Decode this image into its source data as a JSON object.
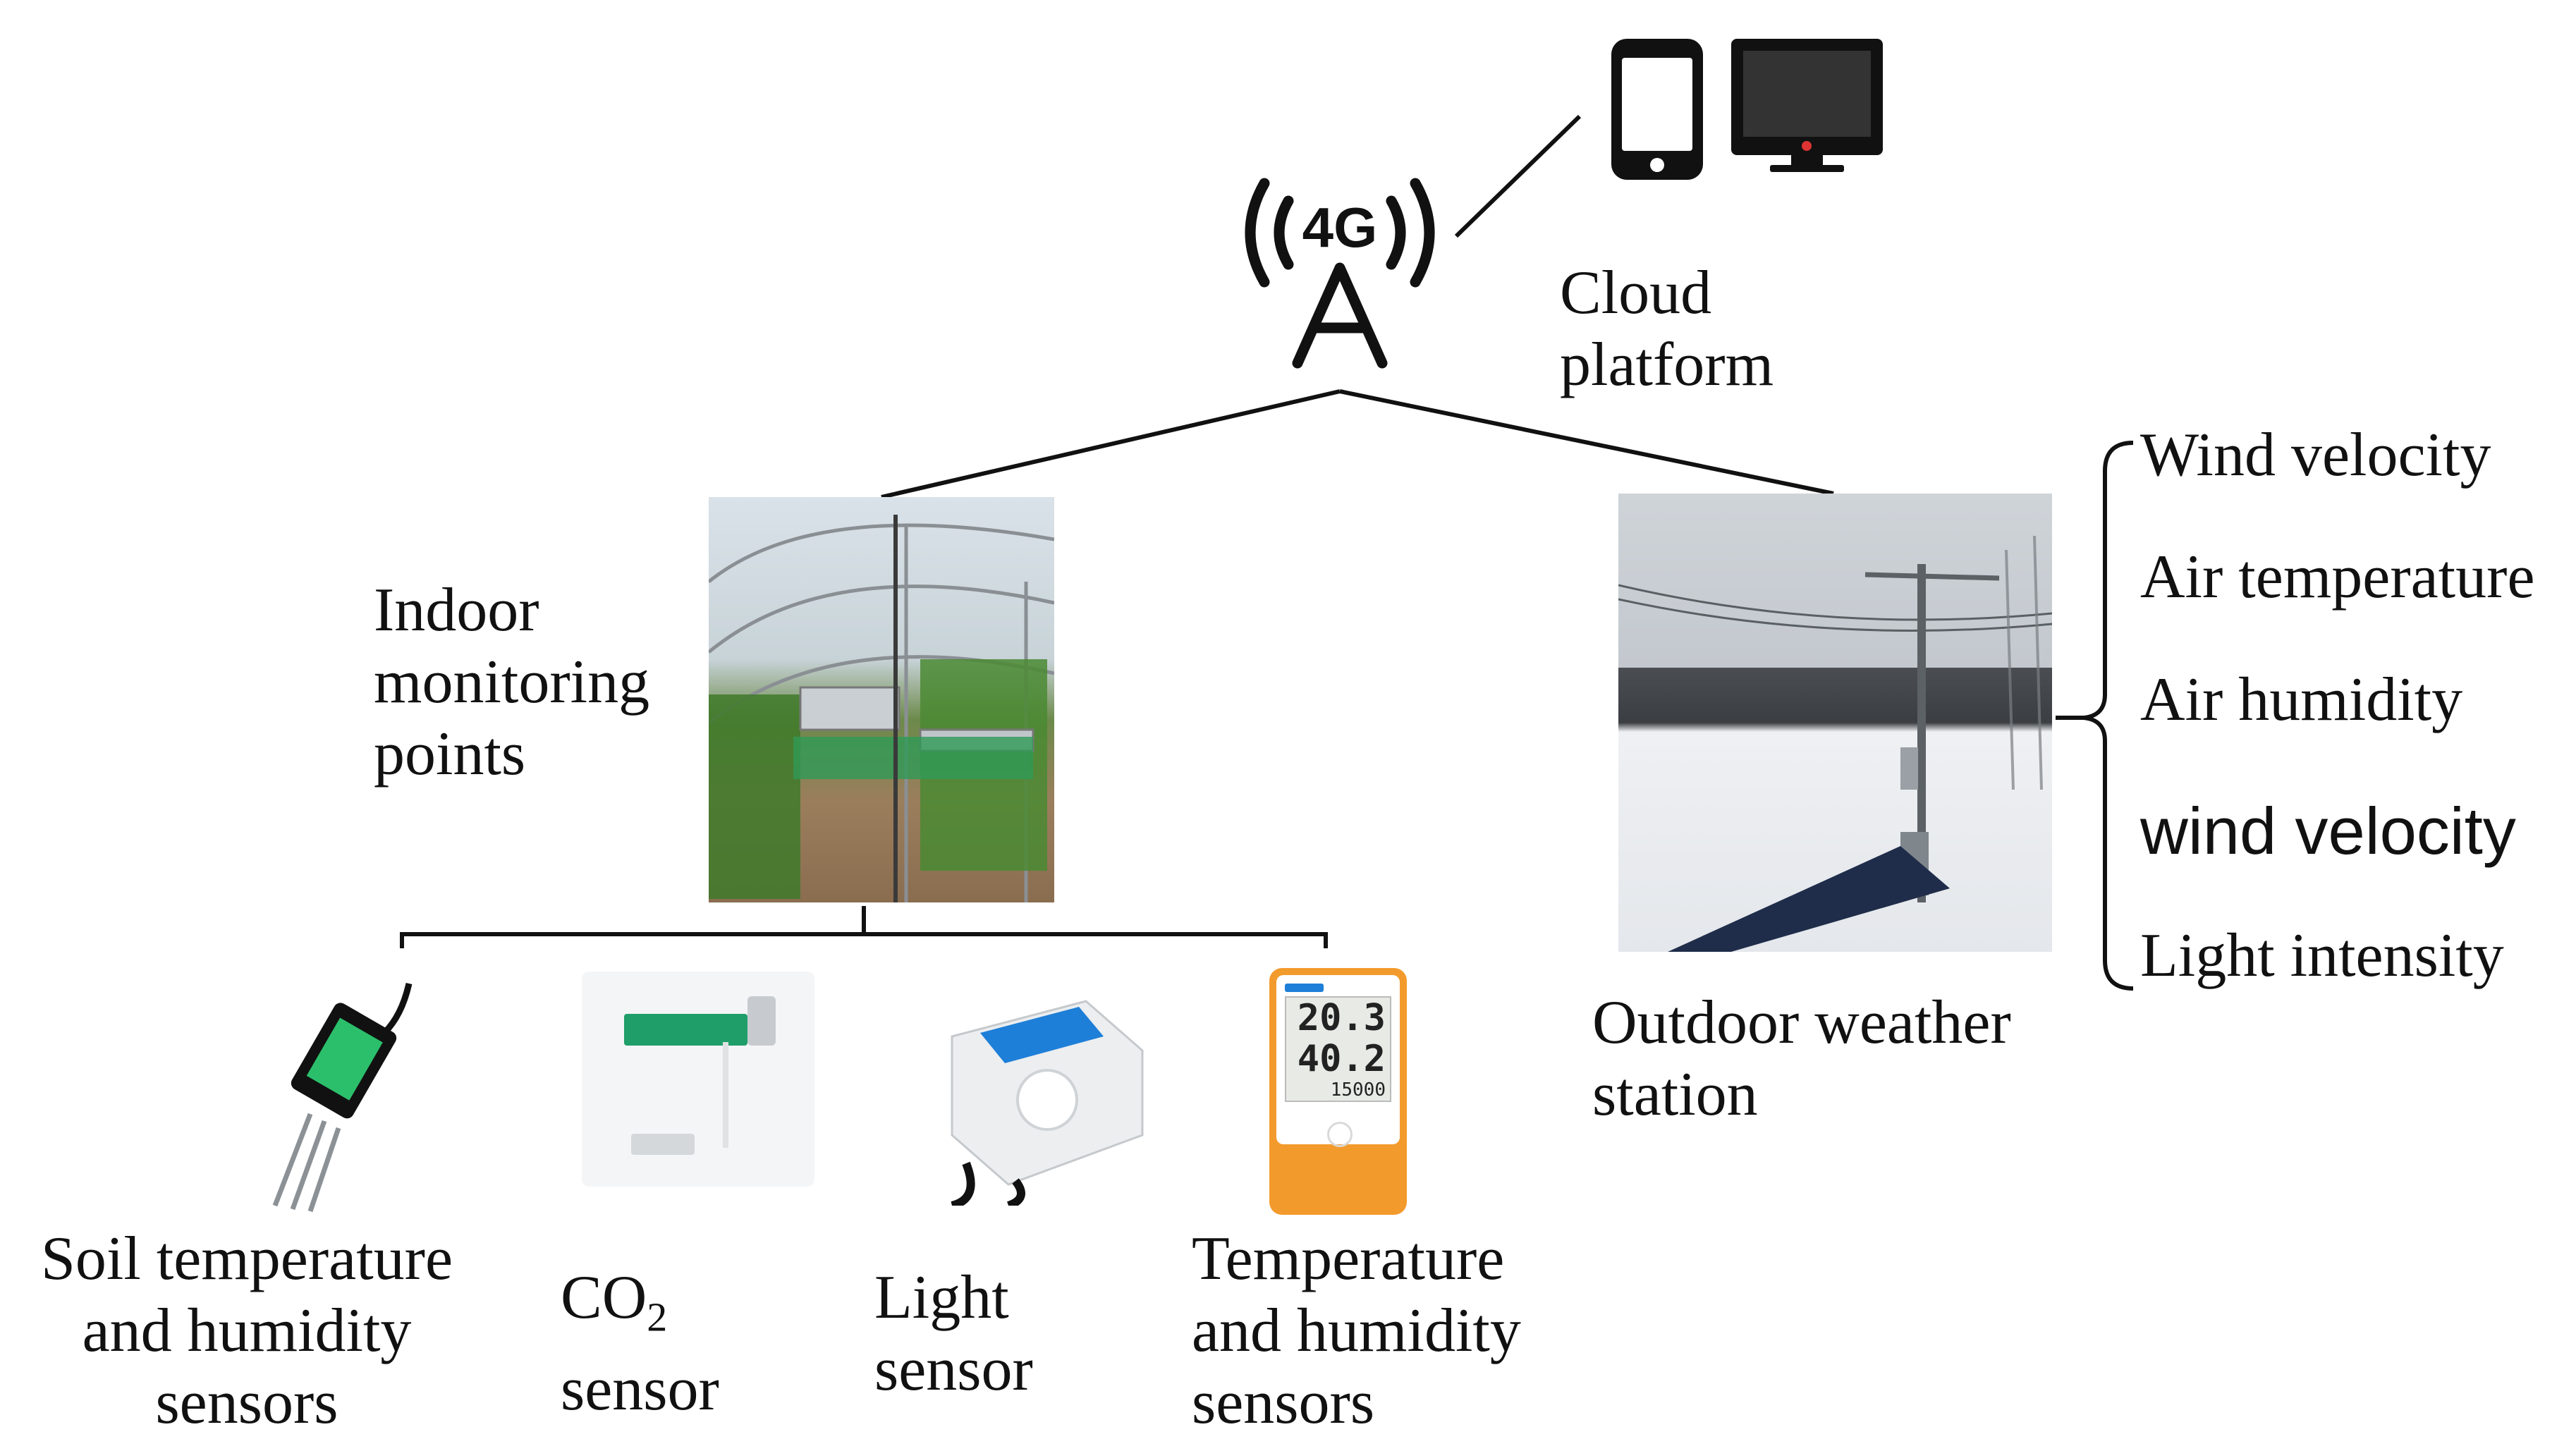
{
  "cloud": {
    "label_line1": "Cloud",
    "label_line2": "platform",
    "tower_text": "4G"
  },
  "indoor": {
    "line1": "Indoor",
    "line2": "monitoring",
    "line3": "points"
  },
  "outdoor": {
    "line1": "Outdoor weather",
    "line2": "station"
  },
  "outdoor_params": [
    "Wind velocity",
    "Air temperature",
    "Air humidity",
    "wind velocity",
    "Light intensity"
  ],
  "sensors": {
    "soil": {
      "line1": "Soil temperature",
      "line2": "and humidity",
      "line3": "sensors"
    },
    "co2": {
      "line1_main": "CO",
      "line1_sub": "2",
      "line2": "sensor"
    },
    "light": {
      "line1": "Light",
      "line2": "sensor"
    },
    "temp": {
      "line1": "Temperature",
      "line2": "and humidity",
      "line3": "sensors"
    }
  },
  "lcd": {
    "row1": "20.3",
    "row2": "40.2",
    "row3": "15000"
  },
  "colors": {
    "line": "#111111",
    "sensor_orange": "#f39a2c",
    "label_blue": "#1e7fd8",
    "label_green": "#1f9e6a"
  }
}
